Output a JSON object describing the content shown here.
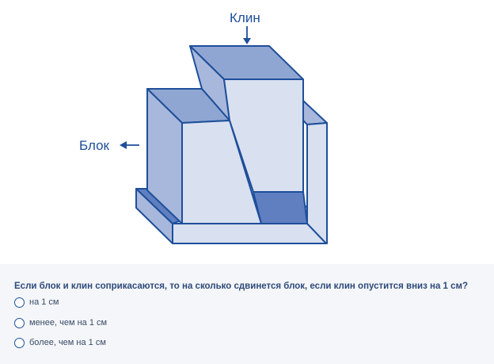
{
  "figure": {
    "wedge_label": "Клин",
    "block_label": "Блок"
  },
  "quiz": {
    "question": "Если блок и клин соприкасаются, то на сколько сдвинется блок, если клин опустится вниз на 1 см?",
    "options": [
      {
        "label": "на 1 см",
        "selected": false
      },
      {
        "label": "менее, чем на 1 см",
        "selected": false
      },
      {
        "label": "более, чем на 1 см",
        "selected": false
      }
    ]
  },
  "colors": {
    "stroke": "#1e4f9a",
    "light_face": "#d9e0f0",
    "mid_face": "#a8b8dc",
    "top_face": "#90a6d2",
    "dark_face": "#5f7fc0",
    "quiz_background": "#f4f6f9"
  }
}
